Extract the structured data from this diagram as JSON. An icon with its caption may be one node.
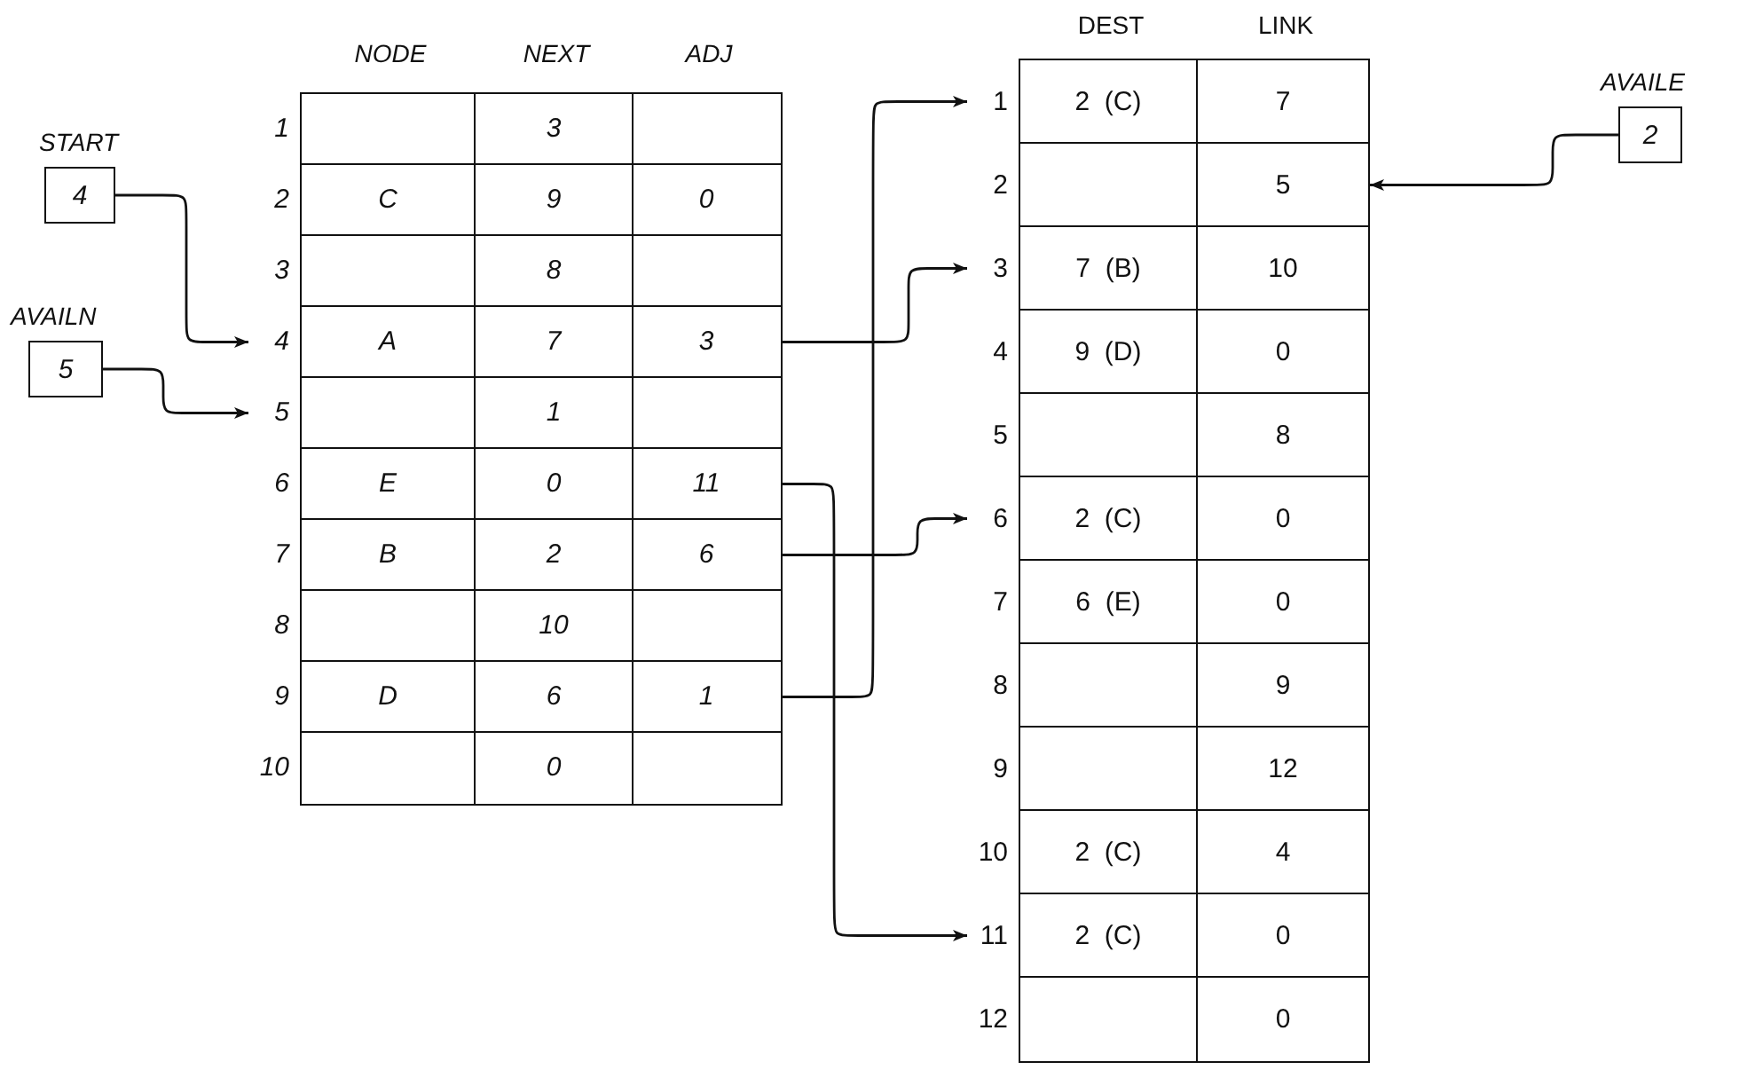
{
  "diagram": {
    "nodes": [
      {
        "text": [
          "4"
        ],
        "beside": [
          "START"
        ]
      },
      {
        "text": [
          "5"
        ],
        "beside": [
          "AVAILN"
        ]
      },
      {
        "text": [
          "NODE",
          "NEXT",
          "ADJ"
        ]
      },
      {
        "text": [
          "1",
          "3"
        ],
        "in": 2
      },
      {
        "text": [
          "2",
          "C",
          "9",
          "0"
        ],
        "in": 2
      },
      {
        "text": [
          "3",
          "8"
        ],
        "in": 2
      },
      {
        "text": [
          "4",
          "A",
          "7",
          "3"
        ],
        "in": 2
      },
      {
        "text": [
          "5",
          "1"
        ],
        "in": 2
      },
      {
        "text": [
          "6",
          "E",
          "0",
          "11"
        ],
        "in": 2
      },
      {
        "text": [
          "7",
          "B",
          "2",
          "6"
        ],
        "in": 2
      },
      {
        "text": [
          "8",
          "10"
        ],
        "in": 2
      },
      {
        "text": [
          "9",
          "D",
          "6",
          "1"
        ],
        "in": 2
      },
      {
        "text": [
          "10",
          "0"
        ],
        "in": 2
      },
      {
        "text": [
          "DEST",
          "LINK"
        ]
      },
      {
        "text": [
          "1",
          "2  (C)",
          "7"
        ],
        "in": 13
      },
      {
        "text": [
          "2",
          "5"
        ],
        "in": 13
      },
      {
        "text": [
          "3",
          "7  (B)",
          "10"
        ],
        "in": 13
      },
      {
        "text": [
          "4",
          "9  (D)",
          "0"
        ],
        "in": 13
      },
      {
        "text": [
          "5",
          "8"
        ],
        "in": 13
      },
      {
        "text": [
          "6",
          "2  (C)",
          "0"
        ],
        "in": 13
      },
      {
        "text": [
          "7",
          "6  (E)",
          "0"
        ],
        "in": 13
      },
      {
        "text": [
          "8",
          "9"
        ],
        "in": 13
      },
      {
        "text": [
          "9",
          "12"
        ],
        "in": 13
      },
      {
        "text": [
          "10",
          "2  (C)",
          "4"
        ],
        "in": 13
      },
      {
        "text": [
          "11",
          "2  (C)",
          "0"
        ],
        "in": 13
      },
      {
        "text": [
          "12",
          "0"
        ],
        "in": 13
      },
      {
        "text": [
          "2"
        ],
        "beside": [
          "AVAILE"
        ]
      }
    ],
    "edges": [
      {
        "from": 0,
        "to": 6,
        "arrow": "to"
      },
      {
        "from": 1,
        "to": 7,
        "arrow": "to"
      },
      {
        "from": 6,
        "to": 16,
        "arrow": "to"
      },
      {
        "from": 8,
        "to": 24,
        "arrow": "to"
      },
      {
        "from": 9,
        "to": 19,
        "arrow": "to"
      },
      {
        "from": 11,
        "to": 14,
        "arrow": "to"
      },
      {
        "from": 26,
        "to": 15,
        "arrow": "to"
      }
    ]
  }
}
